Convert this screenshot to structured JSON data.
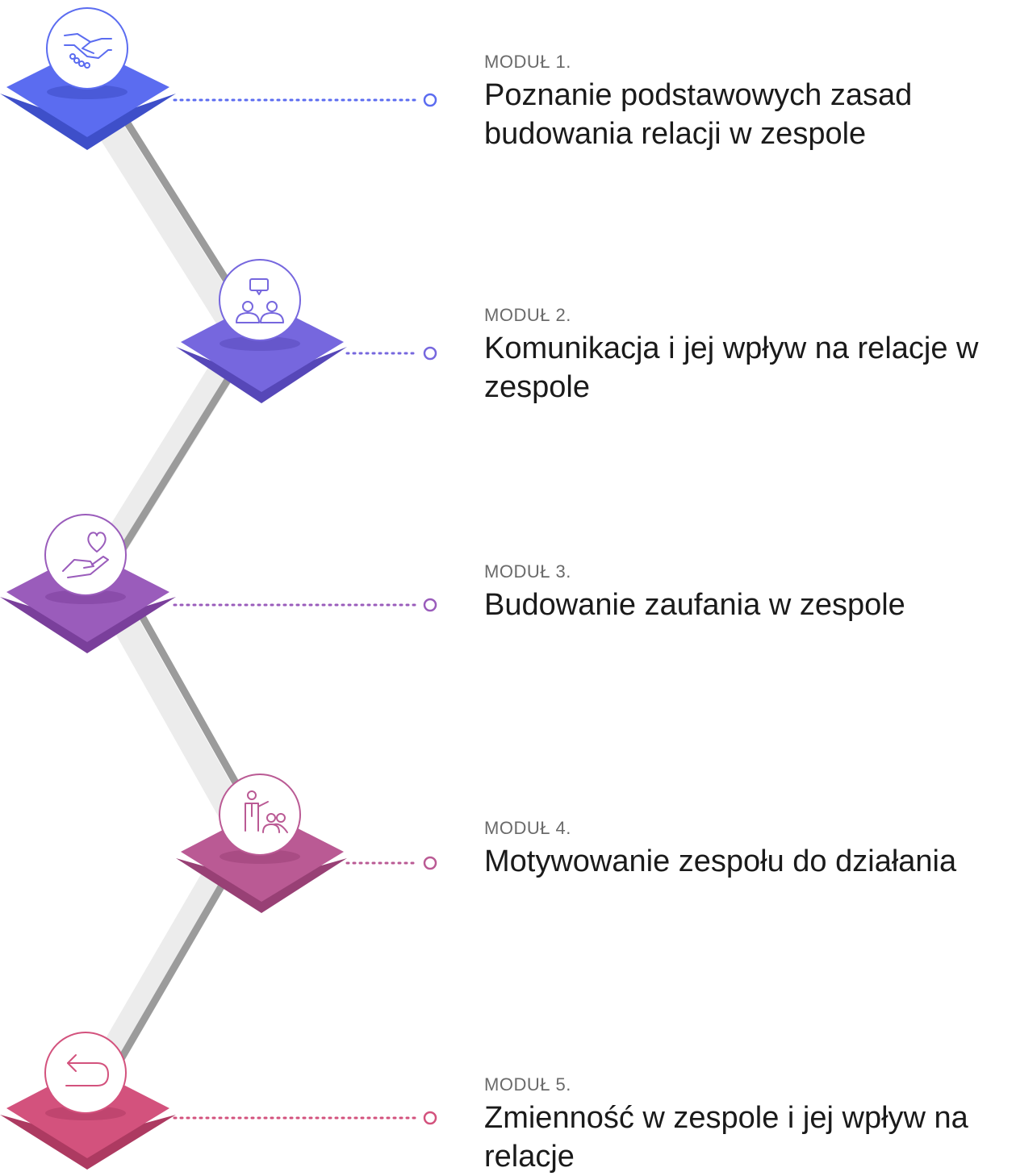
{
  "modules": [
    {
      "label": "MODUŁ 1.",
      "title": "Poznanie podstawowych zasad budowania relacji w zespole",
      "color": "#5b6cf0",
      "dark": "#3e4fc9",
      "icon": "handshake-icon"
    },
    {
      "label": "MODUŁ 2.",
      "title": "Komunikacja i jej wpływ na relacje w zespole",
      "color": "#7667de",
      "dark": "#5647b8",
      "icon": "people-talk-icon"
    },
    {
      "label": "MODUŁ 3.",
      "title": "Budowanie zaufania w zespole",
      "color": "#9a5cbb",
      "dark": "#7a3f9b",
      "icon": "heart-hand-icon"
    },
    {
      "label": "MODUŁ 4.",
      "title": "Motywowanie zespołu do działania",
      "color": "#ba5a94",
      "dark": "#984075",
      "icon": "presenter-icon"
    },
    {
      "label": "MODUŁ 5.",
      "title": "Zmienność w zespole i jej wpływ na relacje",
      "color": "#d3527d",
      "dark": "#ad3a61",
      "icon": "return-arrow-icon"
    }
  ]
}
